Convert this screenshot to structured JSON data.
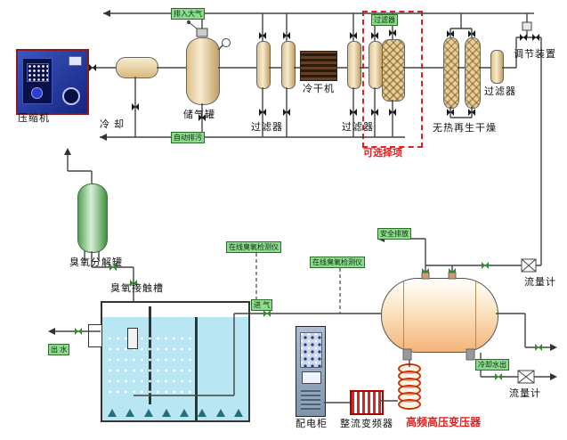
{
  "diagram": {
    "title": "ozone-generation-process-flow-diagram",
    "labels": {
      "compressor": "压缩机",
      "cooling": "冷 却",
      "air_tank": "储气罐",
      "filters1": "过滤器",
      "chiller_dryer": "冷干机",
      "filters2": "过滤器",
      "optional_filter": "过滤器",
      "optional_note": "可选择项",
      "heatless_dryer": "无热再生干燥",
      "final_filter": "过滤器",
      "regulator": "调节装置",
      "destructor": "臭氧分解罐",
      "contact_tank": "臭氧接触槽",
      "cabinet": "配电柜",
      "rectifier": "整流变频器",
      "transformer": "高频高压变压器",
      "flow_meter_gas": "流量计",
      "flow_meter_water": "流量计"
    },
    "tags": {
      "vent_top": "排入大气",
      "auto_drain": "自动排污",
      "safety_vent": "安全排放",
      "cooling_water_out": "冷却水出",
      "monitor1": "在线臭氧检测仪",
      "monitor2": "在线臭氧检测仪",
      "gas_inlet": "进 气",
      "water_outlet": "出 水"
    },
    "colors": {
      "optional_box": "#e02020",
      "transformer_label": "#e02020",
      "tag_bg": "#8fd98f",
      "vessel_tan": "#e8cf9a",
      "water_blue": "#b8e6f2",
      "destructor_green": "#5aa05a",
      "generator_orange": "#f3b478",
      "pipe": "#444444"
    }
  }
}
